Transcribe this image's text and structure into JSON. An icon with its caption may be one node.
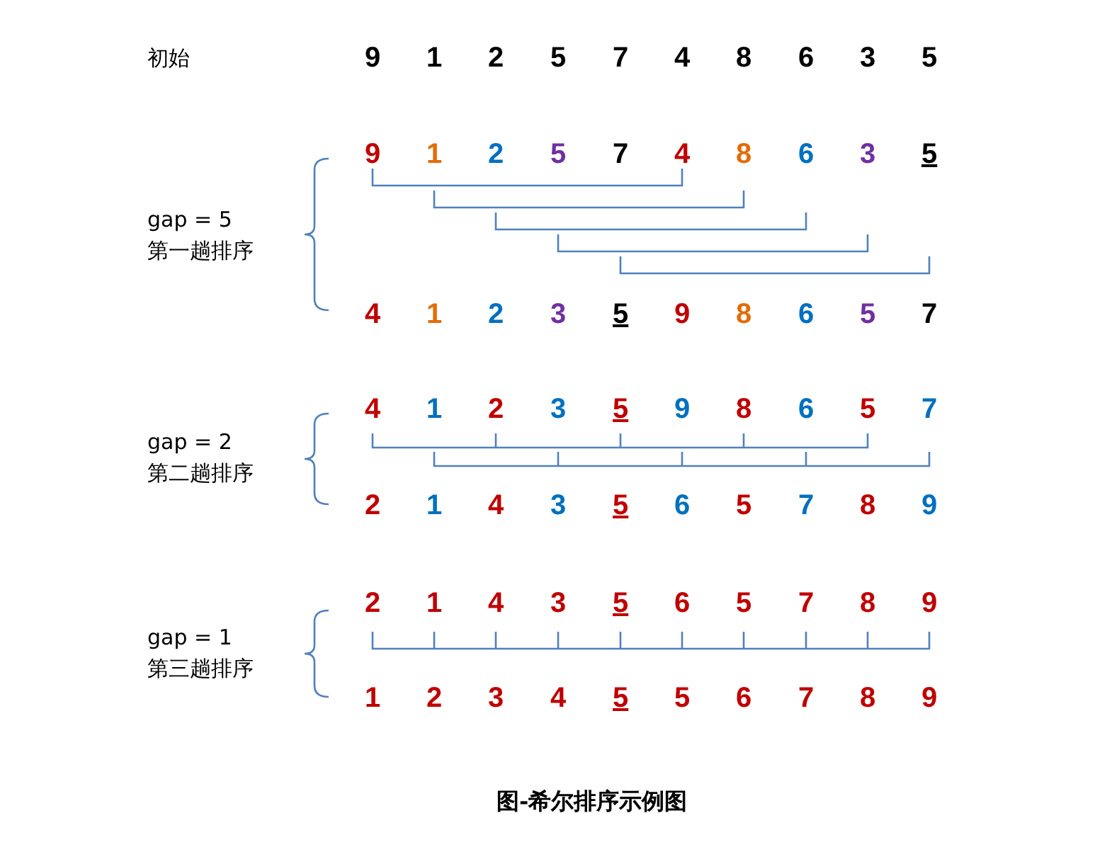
{
  "diagram": {
    "caption": "图-希尔排序示例图",
    "labels": [
      "初始",
      "9",
      "1",
      "2",
      "5",
      "7",
      "4",
      "8",
      "6",
      "3",
      "5",
      "9",
      "1",
      "2",
      "5",
      "7",
      "4",
      "8",
      "6",
      "3",
      "5",
      "gap = 5",
      "第一趟排序",
      "4",
      "1",
      "2",
      "3",
      "5",
      "9",
      "8",
      "6",
      "5",
      "7",
      "4",
      "1",
      "2",
      "3",
      "5",
      "9",
      "8",
      "6",
      "5",
      "7",
      "gap = 2",
      "第二趟排序",
      "2",
      "1",
      "4",
      "3",
      "5",
      "6",
      "5",
      "7",
      "8",
      "9",
      "2",
      "1",
      "4",
      "3",
      "5",
      "6",
      "5",
      "7",
      "8",
      "9",
      "gap = 1",
      "第三趟排序",
      "1",
      "2",
      "3",
      "4",
      "5",
      "5",
      "6",
      "7",
      "8",
      "9"
    ]
  }
}
